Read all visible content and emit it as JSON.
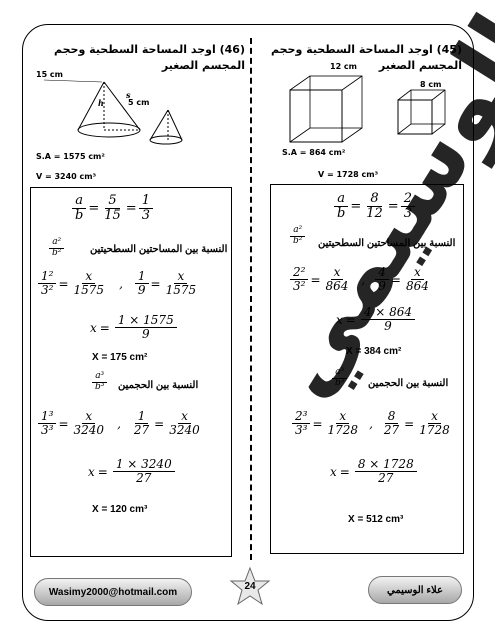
{
  "q45": {
    "title": "(45) اوجد المساحة السطحية وحجم المجسم الصغير",
    "big_label": "12 cm",
    "small_label": "8 cm",
    "sa": "S.A = 864 cm²",
    "v": "V = 1728 cm³",
    "ratio": {
      "a": "a",
      "b": "b",
      "n1": "8",
      "d1": "12",
      "n2": "2",
      "d2": "3"
    },
    "area_ratio_label": "النسبة بين المساحتين السطحيتين",
    "area_eq": {
      "l1n": "2²",
      "l1d": "3²",
      "r1n": "x",
      "r1d": "864",
      "l2n": "4",
      "l2d": "9",
      "r2n": "x",
      "r2d": "864"
    },
    "area_solve": {
      "num": "4 × 864",
      "den": "9"
    },
    "area_result": "X = 384 cm²",
    "vol_ratio_label": "النسبة بين الحجمين",
    "vol_eq": {
      "l1n": "2³",
      "l1d": "3³",
      "r1n": "x",
      "r1d": "1728",
      "l2n": "8",
      "l2d": "27",
      "r2n": "x",
      "r2d": "1728"
    },
    "vol_solve": {
      "num": "8 × 1728",
      "den": "27"
    },
    "vol_result": "X = 512 cm³"
  },
  "q46": {
    "title": "(46) اوجد المساحة السطحية وحجم المجسم الصغير",
    "big_label": "15 cm",
    "small_label": "5 cm",
    "h_label": "h",
    "s_label": "s",
    "sa": "S.A = 1575 cm²",
    "v": "V = 3240 cm³",
    "ratio": {
      "a": "a",
      "b": "b",
      "n1": "5",
      "d1": "15",
      "n2": "1",
      "d2": "3"
    },
    "area_ratio_label": "النسبة بين المساحتين السطحيتين",
    "area_eq": {
      "l1n": "1²",
      "l1d": "3²",
      "r1n": "x",
      "r1d": "1575",
      "l2n": "1",
      "l2d": "9",
      "r2n": "x",
      "r2d": "1575"
    },
    "area_solve": {
      "num": "1 × 1575",
      "den": "9"
    },
    "area_result": "X = 175 cm²",
    "vol_ratio_label": "النسبة بين الحجمين",
    "vol_eq": {
      "l1n": "1³",
      "l1d": "3³",
      "r1n": "x",
      "r1d": "3240",
      "l2n": "1",
      "l2d": "27",
      "r2n": "x",
      "r2d": "3240"
    },
    "vol_solve": {
      "num": "1 × 3240",
      "den": "27"
    },
    "vol_result": "X = 120 cm³"
  },
  "symbols": {
    "a2": "a²",
    "b2": "b²",
    "a3": "a³",
    "b3": "b³",
    "eq": "=",
    "comma": ",",
    "x": "x"
  },
  "footer": {
    "email": "Wasimy2000@hotmail.com",
    "page": "24",
    "author": "علاء الوسيمي"
  },
  "watermark": "الوسيمي"
}
